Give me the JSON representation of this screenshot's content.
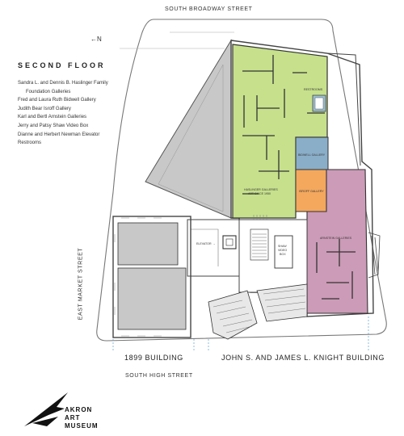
{
  "streets": {
    "north": "SOUTH BROADWAY STREET",
    "south": "SOUTH HIGH STREET",
    "west": "EAST MARKET STREET"
  },
  "north_arrow": "←N",
  "floor_title": "SECOND FLOOR",
  "legend": [
    "Sandra L. and Dennis B. Haslinger Family",
    "Foundation Galleries",
    "Fred and Laura Ruth Bidwell Gallery",
    "Judith Bear Isroff Gallery",
    "Karl and Bertl Arnstein Galleries",
    "Jerry and Patsy Shaw Video Box",
    "Dianne and Herbert Newman Elevator",
    "Restrooms"
  ],
  "rooms": {
    "restrooms": "RESTROOMS",
    "bidwell": "BIDWELL GALLERY",
    "isroff": "ISROFF GALLERY",
    "haslinger_line1": "HASLINGER GALLERIES",
    "haslinger_line2": "ART SINCE 1950",
    "arnstein": "ARNSTEIN GALLERIES",
    "elevator": "ELEVATOR",
    "shaw_line1": "SHAW",
    "shaw_line2": "VIDEO",
    "shaw_line3": "BOX"
  },
  "buildings": {
    "old": "1899 BUILDING",
    "new": "JOHN S. AND JAMES L. KNIGHT BUILDING"
  },
  "logo": {
    "line1": "AKRON",
    "line2": "ART",
    "line3": "MUSEUM"
  },
  "colors": {
    "haslinger": "#c6e08c",
    "bidwell": "#8aaec8",
    "isroff": "#f3a85e",
    "arnstein": "#cc9bb7",
    "roof": "#c8c8c8",
    "outline": "#555555",
    "restrooms": "#9ec1d6"
  }
}
